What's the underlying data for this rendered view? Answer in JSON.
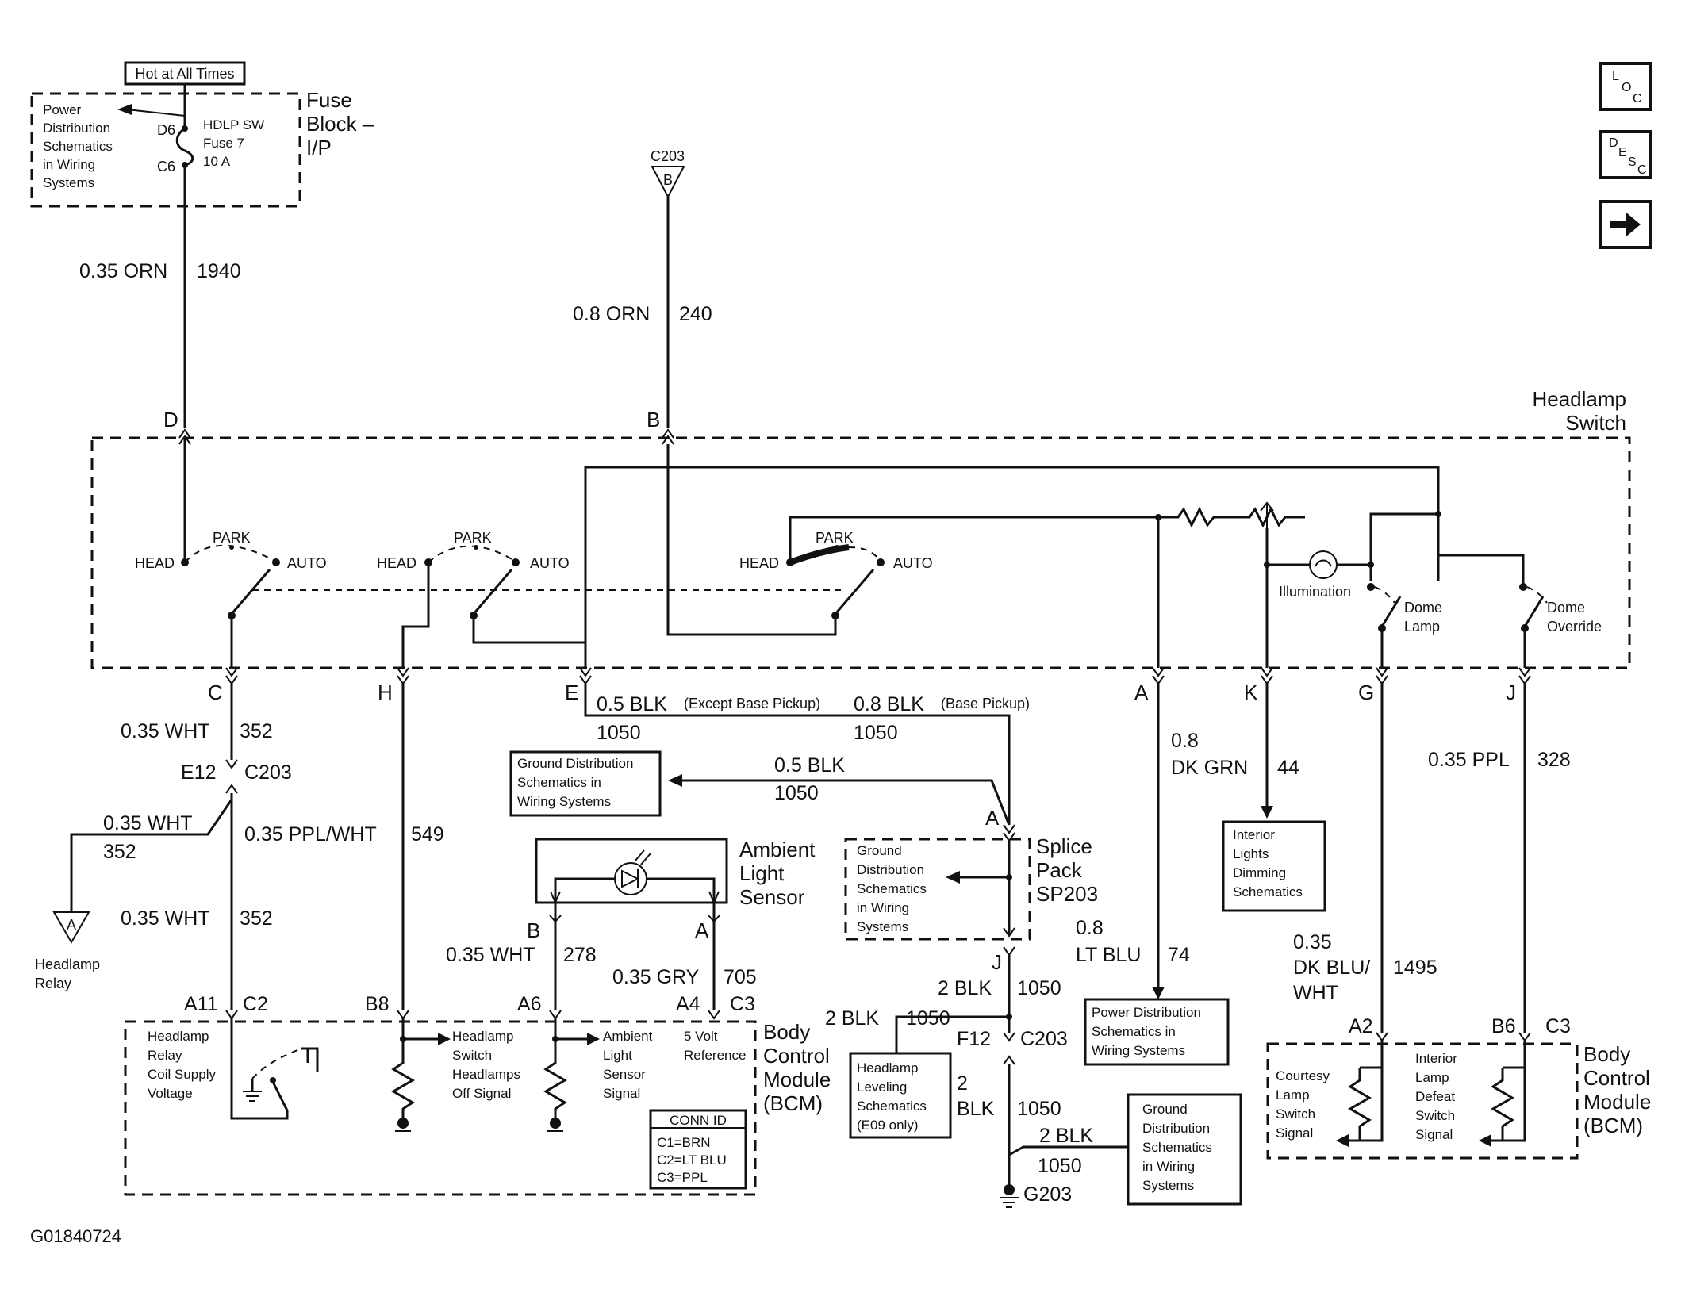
{
  "side_buttons": {
    "loc": [
      "L",
      "O",
      "C"
    ],
    "desc": [
      "D",
      "E",
      "S",
      "C"
    ],
    "next_icon": "right-arrow-icon"
  },
  "fuse_block": {
    "hot_label": "Hot at All Times",
    "ref": [
      "Power",
      "Distribution",
      "Schematics",
      "in Wiring",
      "Systems"
    ],
    "title": [
      "Fuse",
      "Block –",
      "I/P"
    ],
    "fuse": [
      "HDLP SW",
      "Fuse 7",
      "10 A"
    ],
    "pin_top": "D6",
    "pin_bottom": "C6"
  },
  "c203_top": {
    "label": "C203",
    "pin": "B"
  },
  "wires": {
    "w1940": {
      "gauge": "0.35 ORN",
      "circuit": "1940"
    },
    "w240": {
      "gauge": "0.8 ORN",
      "circuit": "240"
    },
    "w352a": {
      "gauge": "0.35 WHT",
      "circuit": "352"
    },
    "w352b_gauge": "0.35 WHT",
    "w352b_circuit": "352",
    "w352c": {
      "gauge": "0.35 WHT",
      "circuit": "352"
    },
    "w549": {
      "gauge": "0.35 PPL/WHT",
      "circuit": "549"
    },
    "blk_except": {
      "gauge": "0.5 BLK",
      "note": "(Except Base Pickup)",
      "circuit": "1050"
    },
    "blk_base": {
      "gauge": "0.8 BLK",
      "note": "(Base Pickup)",
      "circuit": "1050"
    },
    "blk_ground": {
      "gauge": "0.5 BLK",
      "circuit": "1050"
    },
    "w278": {
      "gauge": "0.35 WHT",
      "circuit": "278"
    },
    "w705": {
      "gauge": "0.35 GRY",
      "circuit": "705"
    },
    "w44": {
      "gauge1": "0.8",
      "gauge2": "DK GRN",
      "circuit": "44"
    },
    "w74": {
      "gauge1": "0.8",
      "gauge2": "LT BLU",
      "circuit": "74"
    },
    "w1495": {
      "gauge1": "0.35",
      "gauge2": "DK BLU/",
      "gauge3": "WHT",
      "circuit": "1495"
    },
    "w328": {
      "gauge": "0.35 PPL",
      "circuit": "328"
    },
    "blk_sp_j": {
      "gauge": "2 BLK",
      "circuit": "1050"
    },
    "blk_level": {
      "gauge": "2 BLK",
      "circuit": "1050"
    },
    "blk_f12a": "2",
    "blk_f12b": "BLK",
    "blk_f12c": "1050",
    "blk_g203": {
      "gauge": "2 BLK",
      "circuit": "1050"
    }
  },
  "headlamp_switch": {
    "title": [
      "Headlamp",
      "Switch"
    ],
    "head": "HEAD",
    "park": "PARK",
    "auto": "AUTO",
    "illumination": "Illumination",
    "dome_lamp": [
      "Dome",
      "Lamp"
    ],
    "dome_override": [
      "Dome",
      "Override"
    ],
    "pins": {
      "D": "D",
      "B": "B",
      "C": "C",
      "H": "H",
      "E": "E",
      "A": "A",
      "K": "K",
      "G": "G",
      "J": "J"
    }
  },
  "connectors": {
    "e12": "E12",
    "c203": "C203",
    "f12": "F12",
    "c203b": "C203",
    "g203": "G203",
    "a": "A",
    "sp_j": "J",
    "als_b": "B",
    "als_a": "A"
  },
  "headlamp_relay": {
    "pin": "A",
    "label": [
      "Headlamp",
      "Relay"
    ]
  },
  "ground_ref1": [
    "Ground Distribution",
    "Schematics in",
    "Wiring Systems"
  ],
  "ambient_sensor": [
    "Ambient",
    "Light",
    "Sensor"
  ],
  "splice_pack": {
    "title": [
      "Splice",
      "Pack",
      "SP203"
    ],
    "ref": [
      "Ground",
      "Distribution",
      "Schematics",
      "in Wiring",
      "Systems"
    ]
  },
  "interior_ref": [
    "Interior",
    "Lights",
    "Dimming",
    "Schematics"
  ],
  "power_ref": [
    "Power Distribution",
    "Schematics in",
    "Wiring Systems"
  ],
  "leveling_ref": [
    "Headlamp",
    "Leveling",
    "Schematics",
    "(E09 only)"
  ],
  "ground_ref2": [
    "Ground",
    "Distribution",
    "Schematics",
    "in Wiring",
    "Systems"
  ],
  "bcm_left": {
    "title": [
      "Body",
      "Control",
      "Module",
      "(BCM)"
    ],
    "pins": {
      "a11": "A11",
      "c2": "C2",
      "b8": "B8",
      "a6": "A6",
      "a4": "A4",
      "c3": "C3"
    },
    "relay_supply": [
      "Headlamp",
      "Relay",
      "Coil Supply",
      "Voltage"
    ],
    "switch_off": [
      "Headlamp",
      "Switch",
      "Headlamps",
      "Off Signal"
    ],
    "als_signal": [
      "Ambient",
      "Light",
      "Sensor",
      "Signal"
    ],
    "vref": [
      "5 Volt",
      "Reference"
    ],
    "conn_id": {
      "title": "CONN ID",
      "rows": [
        "C1=BRN",
        "C2=LT BLU",
        "C3=PPL"
      ]
    }
  },
  "bcm_right": {
    "title": [
      "Body",
      "Control",
      "Module",
      "(BCM)"
    ],
    "pins": {
      "a2": "A2",
      "b6": "B6",
      "c3": "C3"
    },
    "courtesy": [
      "Courtesy",
      "Lamp",
      "Switch",
      "Signal"
    ],
    "defeat": [
      "Interior",
      "Lamp",
      "Defeat",
      "Switch",
      "Signal"
    ]
  },
  "footer_id": "G01840724"
}
